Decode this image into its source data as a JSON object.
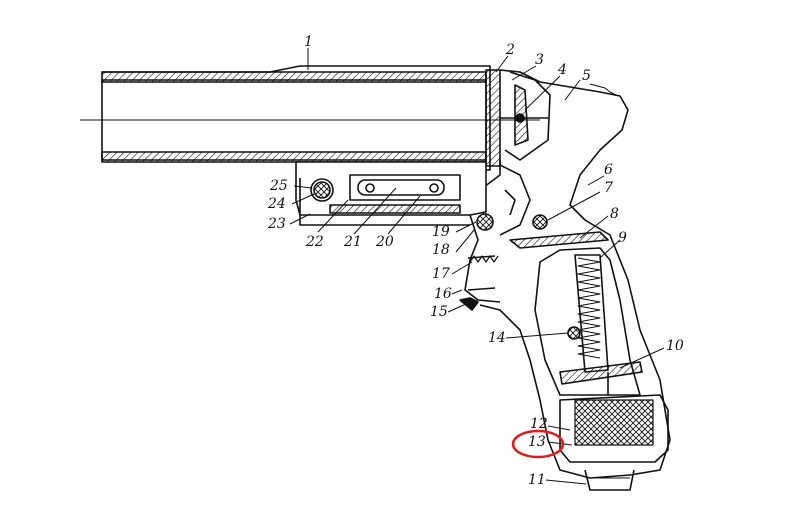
{
  "diagram": {
    "labels": [
      {
        "id": "1",
        "text": "1"
      },
      {
        "id": "2",
        "text": "2"
      },
      {
        "id": "3",
        "text": "3"
      },
      {
        "id": "4",
        "text": "4"
      },
      {
        "id": "5",
        "text": "5"
      },
      {
        "id": "6",
        "text": "6"
      },
      {
        "id": "7",
        "text": "7"
      },
      {
        "id": "8",
        "text": "8"
      },
      {
        "id": "9",
        "text": "9"
      },
      {
        "id": "10",
        "text": "10"
      },
      {
        "id": "11",
        "text": "11"
      },
      {
        "id": "12",
        "text": "12"
      },
      {
        "id": "13",
        "text": "13"
      },
      {
        "id": "14",
        "text": "14"
      },
      {
        "id": "15",
        "text": "15"
      },
      {
        "id": "16",
        "text": "16"
      },
      {
        "id": "17",
        "text": "17"
      },
      {
        "id": "18",
        "text": "18"
      },
      {
        "id": "19",
        "text": "19"
      },
      {
        "id": "20",
        "text": "20"
      },
      {
        "id": "21",
        "text": "21"
      },
      {
        "id": "22",
        "text": "22"
      },
      {
        "id": "23",
        "text": "23"
      },
      {
        "id": "24",
        "text": "24"
      },
      {
        "id": "25",
        "text": "25"
      }
    ],
    "highlight": {
      "label_id": "13",
      "color": "#e11b1b"
    },
    "line_color": "#111111"
  }
}
